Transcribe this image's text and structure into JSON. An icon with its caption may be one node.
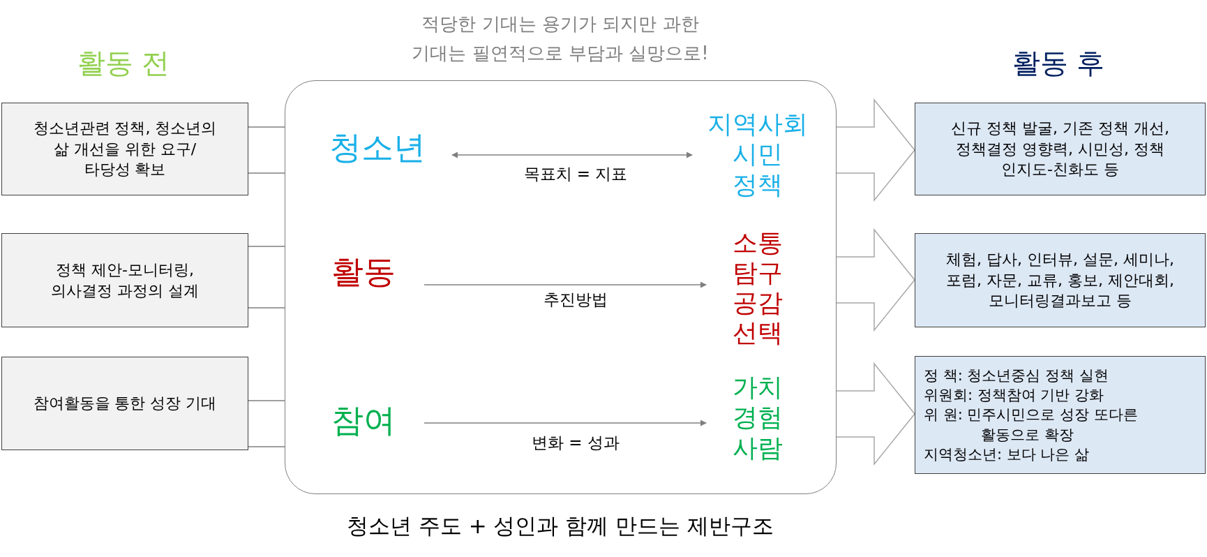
{
  "diagram": {
    "title": "적당한 기대는 용기가 되지만 과한 기대는 필연적으로 부담과 실망으로!",
    "caption": "청소년 주도 + 성인과 함께 만드는 제반구조",
    "nodes": [
      {
        "text": [
          "청소년관련 정책, 청소년의 삶 개선을 위한 요구/타당성 확보"
        ]
      },
      {
        "text": [
          "정책 제안-모니터링, 의사결정 과정의 설계"
        ]
      },
      {
        "text": [
          "참여활동을 통한 성장 기대"
        ]
      },
      {
        "text": [],
        "shape": "box"
      },
      {
        "text": [
          "청소년"
        ],
        "in": 3
      },
      {
        "text": [
          "지역사회 시민 정책"
        ],
        "in": 3
      },
      {
        "text": [
          "활동"
        ],
        "in": 3
      },
      {
        "text": [
          "소통 탐구 공감 선택"
        ],
        "in": 3
      },
      {
        "text": [
          "참여"
        ],
        "in": 3
      },
      {
        "text": [
          "가치 경험 사람"
        ],
        "in": 3
      },
      {
        "text": [
          "신규 정책 발굴, 기존 정책 개선, 정책결정 영향력, 시민성, 정책 인지도-친화도 등"
        ]
      },
      {
        "text": [
          "체험, 답사, 인터뷰, 설문, 세미나, 포럼, 자문, 교류, 홍보, 제안대회, 모니터링결과보고 등"
        ]
      },
      {
        "text": [
          "정 책: 청소년중심 정책 실현",
          "위원회: 정책참여 기반 강화",
          "위 원: 민주시민으로 성장 또다른 활동으로 확장",
          "지역청소년: 보다 나은 삶"
        ]
      }
    ],
    "edges": [
      {
        "from": 0,
        "to": 3,
        "arrow": "none"
      },
      {
        "from": 0,
        "to": 3,
        "arrow": "none"
      },
      {
        "from": 1,
        "to": 3,
        "arrow": "none"
      },
      {
        "from": 1,
        "to": 3,
        "arrow": "none"
      },
      {
        "from": 2,
        "to": 3,
        "arrow": "none"
      },
      {
        "from": 2,
        "to": 3,
        "arrow": "none"
      },
      {
        "from": 4,
        "to": 5,
        "arrow": "both",
        "label": "목표치 = 지표"
      },
      {
        "from": 6,
        "to": 7,
        "arrow": "to",
        "label": "추진방법"
      },
      {
        "from": 8,
        "to": 9,
        "arrow": "to",
        "label": "변화 = 성과"
      },
      {
        "from": 3,
        "to": 10,
        "arrow": "to"
      },
      {
        "from": 3,
        "to": 11,
        "arrow": "to"
      },
      {
        "from": 3,
        "to": 12,
        "arrow": "to"
      }
    ],
    "labels": [
      "활동 전",
      "활동 후"
    ]
  }
}
